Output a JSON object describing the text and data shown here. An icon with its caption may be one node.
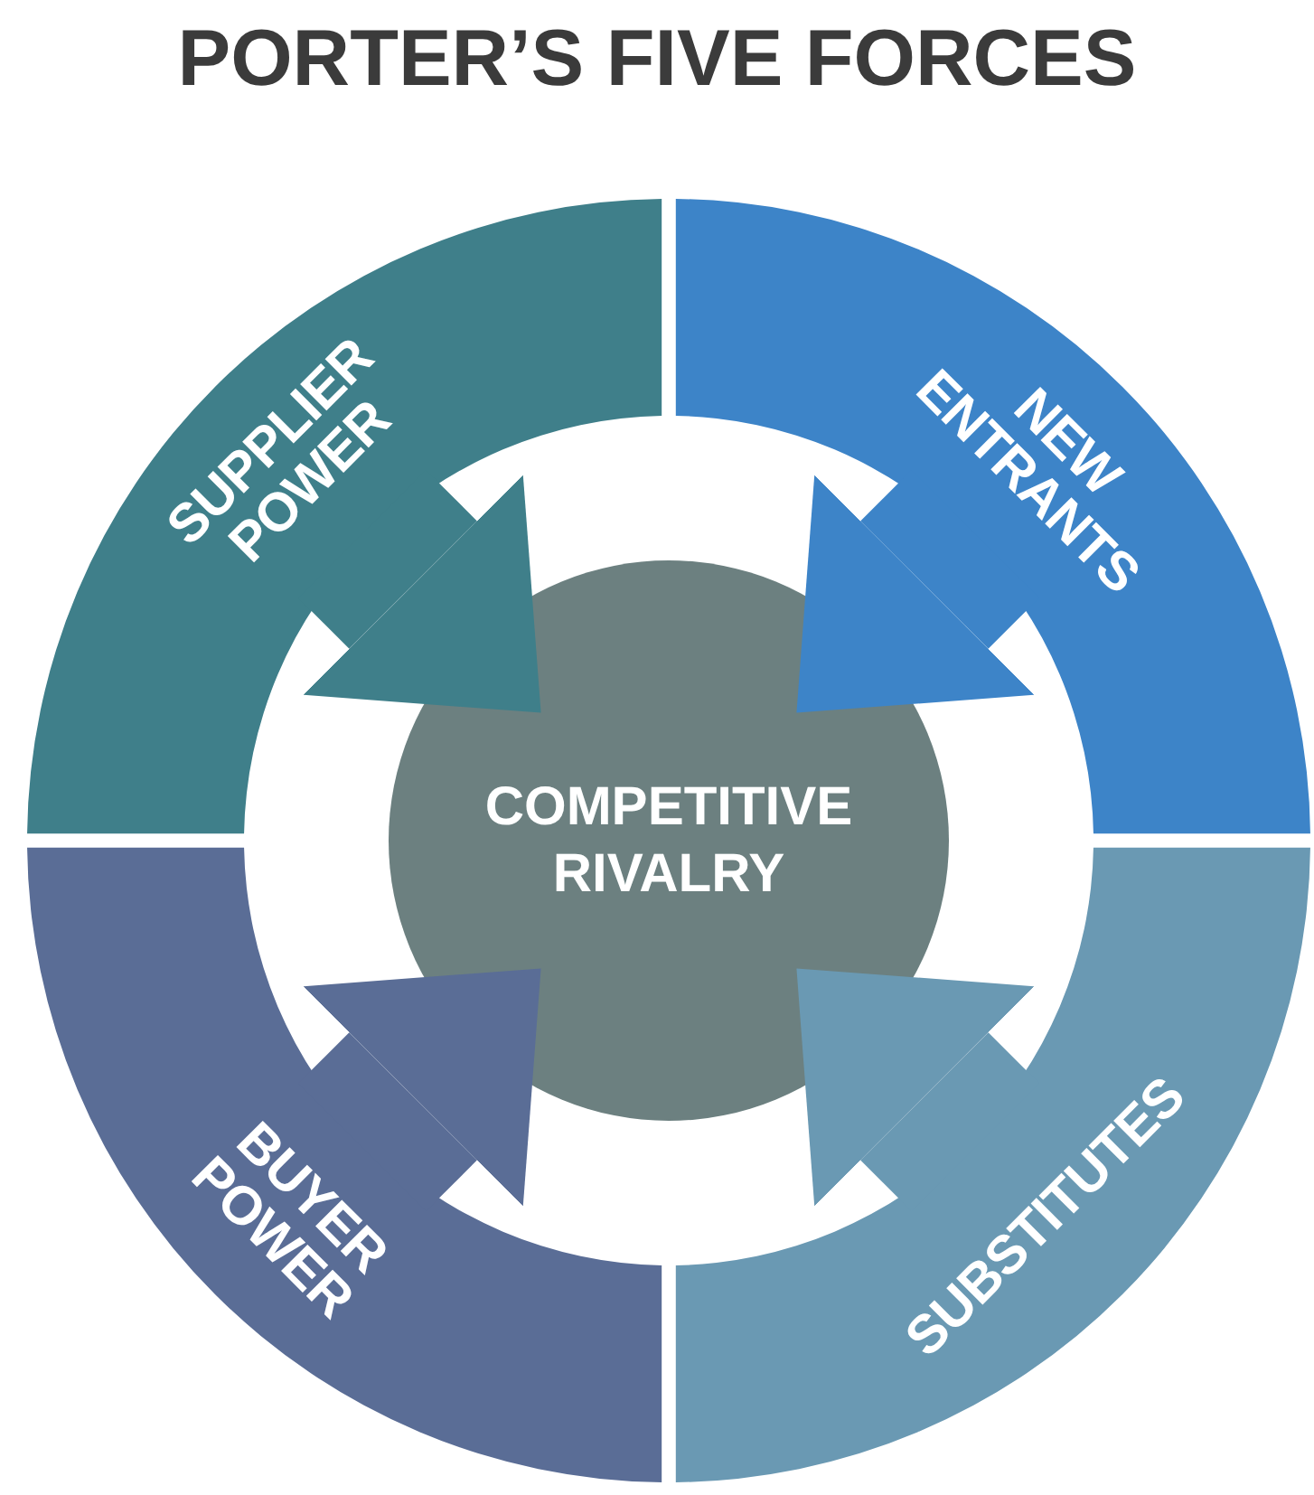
{
  "diagram": {
    "title": "PORTER’S FIVE FORCES",
    "nodes": [
      {
        "text": [
          "COMPETITIVE RIVALRY"
        ]
      },
      {
        "text": [
          "SUPPLIER POWER"
        ]
      },
      {
        "text": [
          "NEW ENTRANTS"
        ]
      },
      {
        "text": [
          "BUYER POWER"
        ]
      },
      {
        "text": [
          "SUBSTITUTES"
        ]
      }
    ],
    "edges": [
      {
        "from": 1,
        "to": 0,
        "arrow": "to",
        "color": "#3f7f8a"
      },
      {
        "from": 2,
        "to": 0,
        "arrow": "to",
        "color": "#3d84c8"
      },
      {
        "from": 3,
        "to": 0,
        "arrow": "to",
        "color": "#5a6d96"
      },
      {
        "from": 4,
        "to": 0,
        "arrow": "to",
        "color": "#6a99b3"
      }
    ]
  }
}
